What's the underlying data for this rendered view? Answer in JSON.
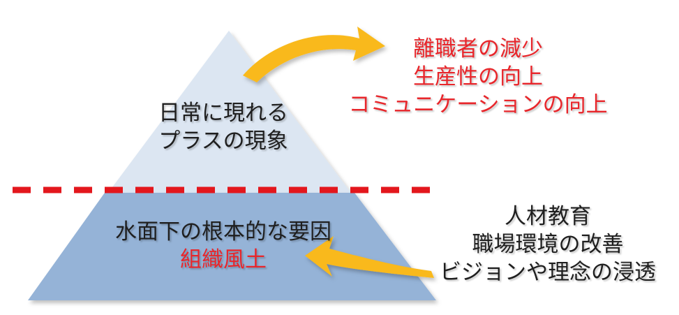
{
  "pyramid": {
    "top_label_lines": [
      "日常に現れる",
      "プラスの現象"
    ],
    "bottom_label_lines": [
      "水面下の根本的な要因",
      "組織風土"
    ]
  },
  "effects": [
    "離職者の減少",
    "生産性の向上",
    "コミュニケーションの向上"
  ],
  "causes": [
    "人材教育",
    "職場環境の改善",
    "ビジョンや理念の浸透"
  ],
  "colors": {
    "pyramid_top": "#dce6f2",
    "pyramid_bottom": "#95b3d7",
    "waterline": "#e3171d",
    "arrow": "#f9b91a",
    "effect_text": "#e8262b",
    "highlight_text": "#e8262b",
    "body_text": "#1f1f1f"
  }
}
